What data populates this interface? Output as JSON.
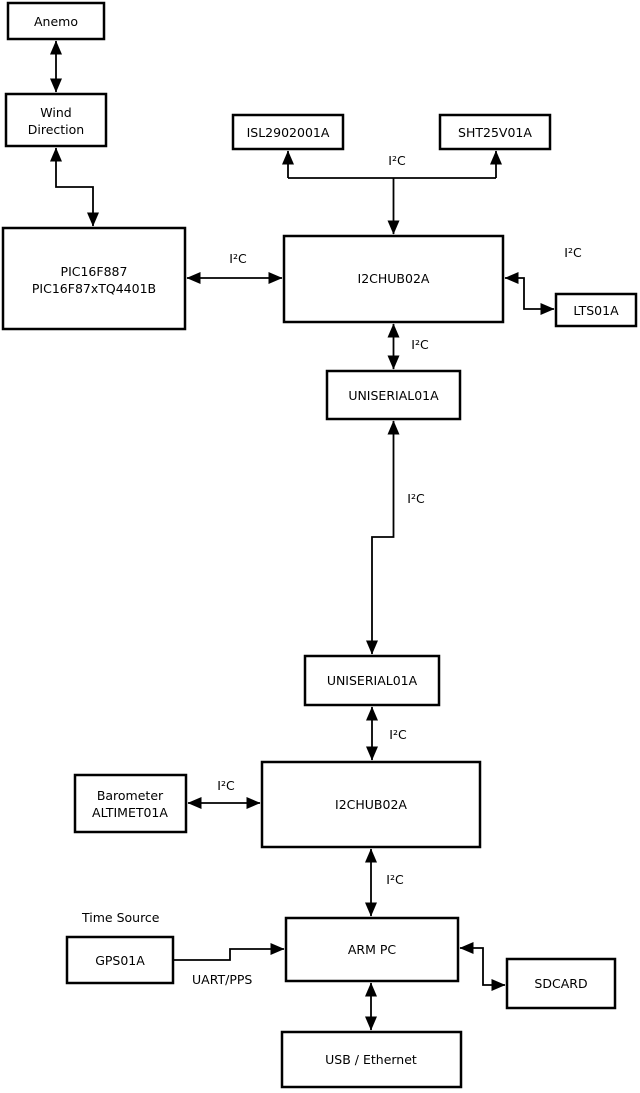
{
  "colors": {
    "stroke": "#000000",
    "background": "#ffffff",
    "box_fill": "#ffffff"
  },
  "nodes": {
    "anemo": {
      "label": "Anemo"
    },
    "wind_direction": {
      "line1": "Wind",
      "line2": "Direction"
    },
    "pic_controller": {
      "line1": "PIC16F887",
      "line2": "PIC16F87xTQ4401B"
    },
    "isl_sensor": {
      "label": "ISL2902001A"
    },
    "sht_sensor": {
      "label": "SHT25V01A"
    },
    "i2c_hub_top": {
      "label": "I2CHUB02A"
    },
    "lts_sensor": {
      "label": "LTS01A"
    },
    "uniserial_top": {
      "label": "UNISERIAL01A"
    },
    "uniserial_bottom": {
      "label": "UNISERIAL01A"
    },
    "i2c_hub_bottom": {
      "label": "I2CHUB02A"
    },
    "barometer": {
      "line1": "Barometer",
      "line2": "ALTIMET01A"
    },
    "gps": {
      "label": "GPS01A"
    },
    "arm_pc": {
      "label": "ARM PC"
    },
    "sdcard": {
      "label": "SDCARD"
    },
    "usb_ethernet": {
      "label": "USB / Ethernet"
    }
  },
  "labels": {
    "time_source": "Time Source",
    "uart_pps": "UART/PPS",
    "i2c_sensors_top": "I²C",
    "i2c_pic_hub": "I²C",
    "i2c_hub_lts": "I²C",
    "i2c_hub_uniserial_top": "I²C",
    "i2c_uniserial_link": "I²C",
    "i2c_uniserial_hub_bottom": "I²C",
    "i2c_barometer_hub": "I²C",
    "i2c_hub_armpc": "I²C"
  }
}
